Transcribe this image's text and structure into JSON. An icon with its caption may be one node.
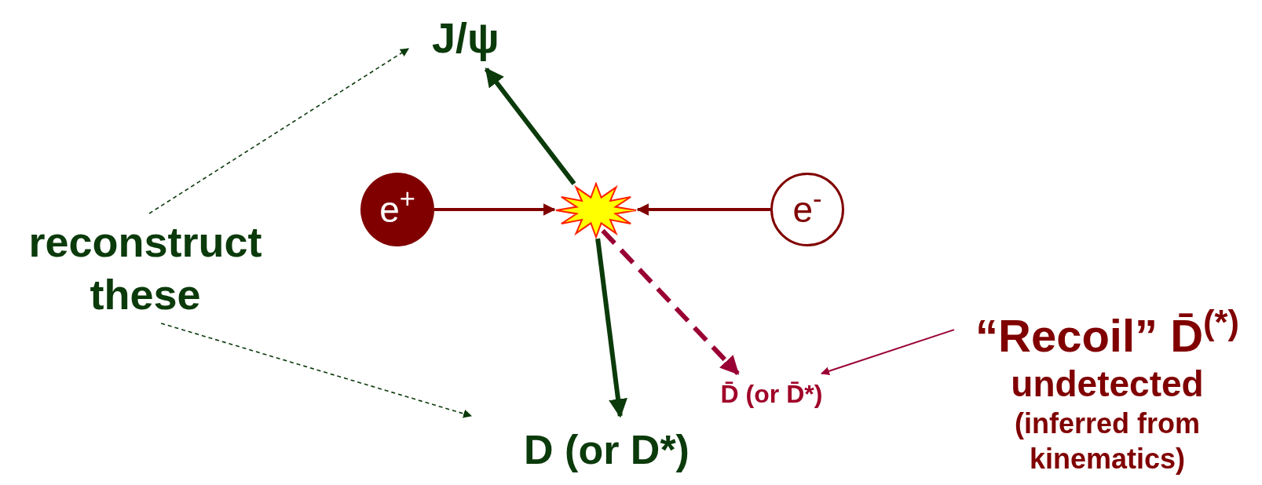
{
  "diagram": {
    "nodes": [
      {
        "text": [
          "J/ψ"
        ]
      },
      {
        "text": [
          "e$^{+}$"
        ]
      },
      {
        "text": [],
        "shape": "star"
      },
      {
        "text": [
          "e$^{-}$"
        ]
      },
      {
        "text": [
          "reconstruct these"
        ]
      },
      {
        "text": [
          "D (or D*)"
        ]
      },
      {
        "text": [
          "D̄ (or D̄*)"
        ]
      },
      {
        "text": [
          "“Recoil” D̄$^{(*)}$",
          "undetected",
          "(inferred from kinematics)"
        ]
      }
    ],
    "edges": [
      {
        "from": 1,
        "to": 2,
        "arrow": "to",
        "color": "#800000"
      },
      {
        "from": 3,
        "to": 2,
        "arrow": "to",
        "color": "#800000"
      },
      {
        "from": 2,
        "to": 0,
        "arrow": "to",
        "color": "#0b3a0b"
      },
      {
        "from": 2,
        "to": 5,
        "arrow": "to",
        "color": "#0b3a0b"
      },
      {
        "from": 2,
        "to": 6,
        "arrow": "to",
        "style": "dashed",
        "color": "#990033"
      },
      {
        "from": 4,
        "to": 0,
        "arrow": "to",
        "style": "dashed",
        "color": "#0b3a0b"
      },
      {
        "from": 4,
        "to": 5,
        "arrow": "to",
        "style": "dashed",
        "color": "#0b3a0b"
      },
      {
        "from": 7,
        "to": 6,
        "arrow": "to",
        "color": "#990033"
      }
    ]
  }
}
